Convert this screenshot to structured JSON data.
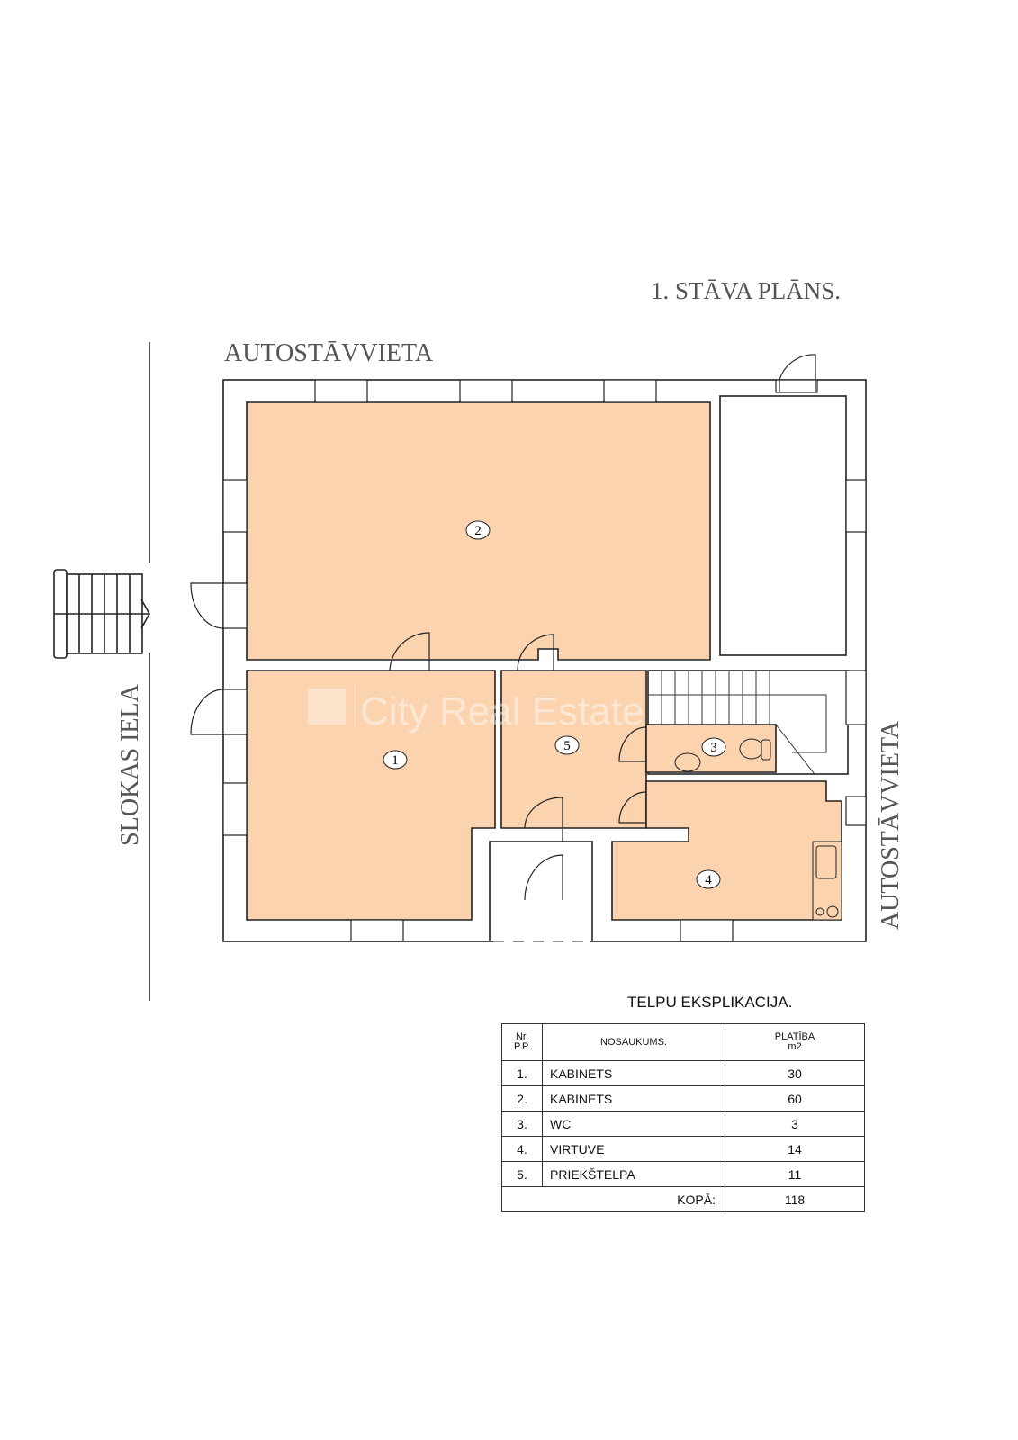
{
  "plan": {
    "title": "1. STĀVA PLĀNS.",
    "label_top": "AUTOSTĀVVIETA",
    "label_right": "AUTOSTĀVVIETA",
    "label_street": "SLOKAS IELA",
    "watermark": "City Real Estate",
    "room_fill": "#FBD3AE",
    "room_numbers": [
      "1",
      "2",
      "3",
      "4",
      "5"
    ]
  },
  "table": {
    "title": "TELPU EKSPLIKĀCIJA.",
    "headers": {
      "nr_line1": "Nr.",
      "nr_line2": "P.P.",
      "name": "NOSAUKUMS.",
      "area_line1": "PLATĪBA",
      "area_line2": "m2"
    },
    "rows": [
      {
        "nr": "1.",
        "name": "KABINETS",
        "area": "30"
      },
      {
        "nr": "2.",
        "name": "KABINETS",
        "area": "60"
      },
      {
        "nr": "3.",
        "name": "WC",
        "area": "3"
      },
      {
        "nr": "4.",
        "name": "VIRTUVE",
        "area": "14"
      },
      {
        "nr": "5.",
        "name": "PRIEKŠTELPA",
        "area": "11"
      }
    ],
    "total_label": "KOPĀ:",
    "total_value": "118"
  }
}
